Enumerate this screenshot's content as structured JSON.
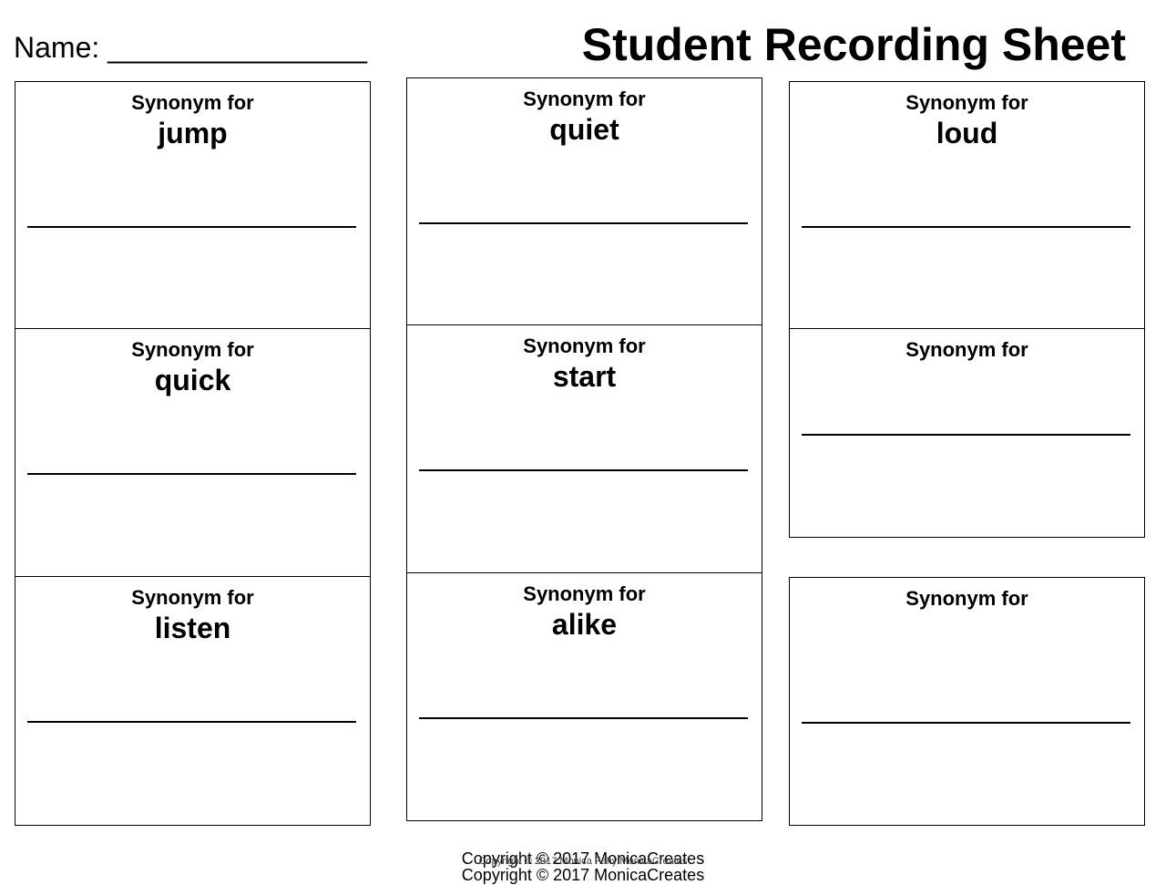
{
  "header": {
    "name_label": "Name: ________________",
    "title": "Student Recording Sheet"
  },
  "cards": [
    {
      "label": "Synonym for",
      "word": "jump"
    },
    {
      "label": "Synonym for",
      "word": "quiet"
    },
    {
      "label": "Synonym for",
      "word": "loud"
    },
    {
      "label": "Synonym for",
      "word": "quick"
    },
    {
      "label": "Synonym for",
      "word": "start"
    },
    {
      "label": "Synonym for",
      "word": ""
    },
    {
      "label": "Synonym for",
      "word": "listen"
    },
    {
      "label": "Synonym for",
      "word": "alike"
    },
    {
      "label": "Synonym for",
      "word": ""
    }
  ],
  "footer": {
    "copyright": "Copyright © 2017 MonicaCreates",
    "copyright_small": "Copyright © 2017 Monica Fahy MonicaCreates",
    "copyright_repeat": "Copyright © 2017 MonicaCreates"
  }
}
